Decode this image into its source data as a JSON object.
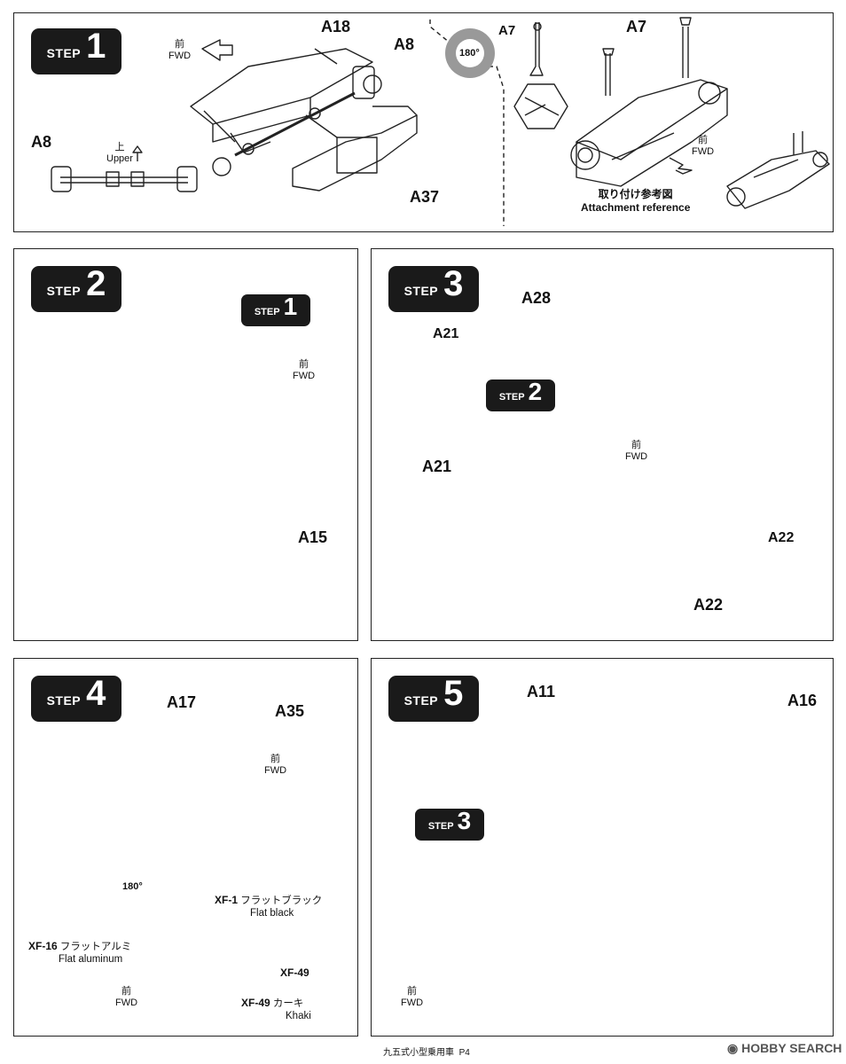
{
  "steps": {
    "s1": {
      "word": "STEP",
      "num": "1",
      "labels": {
        "a18": "A18",
        "a8_top": "A8",
        "a8_left": "A8",
        "a37": "A37",
        "a7_small": "A7",
        "a7_big": "A7"
      },
      "upper_jp": "上",
      "upper_en": "Upper",
      "fwd_jp": "前",
      "fwd_en": "FWD",
      "fwd2_jp": "前",
      "fwd2_en": "FWD",
      "rotate": "180°",
      "ref_jp": "取り付け参考図",
      "ref_en": "Attachment reference"
    },
    "s2": {
      "word": "STEP",
      "num": "2",
      "sub_word": "STEP",
      "sub_num": "1",
      "fwd_jp": "前",
      "fwd_en": "FWD",
      "labels": {
        "a15": "A15"
      }
    },
    "s3": {
      "word": "STEP",
      "num": "3",
      "sub_word": "STEP",
      "sub_num": "2",
      "fwd_jp": "前",
      "fwd_en": "FWD",
      "labels": {
        "a28": "A28",
        "a21_top": "A21",
        "a21_left": "A21",
        "a22_right": "A22",
        "a22_bottom": "A22"
      }
    },
    "s4": {
      "word": "STEP",
      "num": "4",
      "labels": {
        "a17": "A17",
        "a35": "A35"
      },
      "fwd_jp": "前",
      "fwd_en": "FWD",
      "fwd2_jp": "前",
      "fwd2_en": "FWD",
      "rotate": "180°",
      "paints": {
        "xf1_code": "XF-1",
        "xf1_jp": "フラットブラック",
        "xf1_en": "Flat black",
        "xf16_code": "XF-16",
        "xf16_jp": "フラットアルミ",
        "xf16_en": "Flat aluminum",
        "xf49a_code": "XF-49",
        "xf49b_code": "XF-49",
        "xf49b_jp": "カーキ",
        "xf49b_en": "Khaki"
      }
    },
    "s5": {
      "word": "STEP",
      "num": "5",
      "sub_word": "STEP",
      "sub_num": "3",
      "labels": {
        "a11": "A11",
        "a16": "A16"
      },
      "fwd_jp": "前",
      "fwd_en": "FWD"
    }
  },
  "footer": {
    "title": "九五式小型乗用車",
    "page": "P4"
  },
  "watermark": {
    "text": "HOBBY SEARCH"
  }
}
